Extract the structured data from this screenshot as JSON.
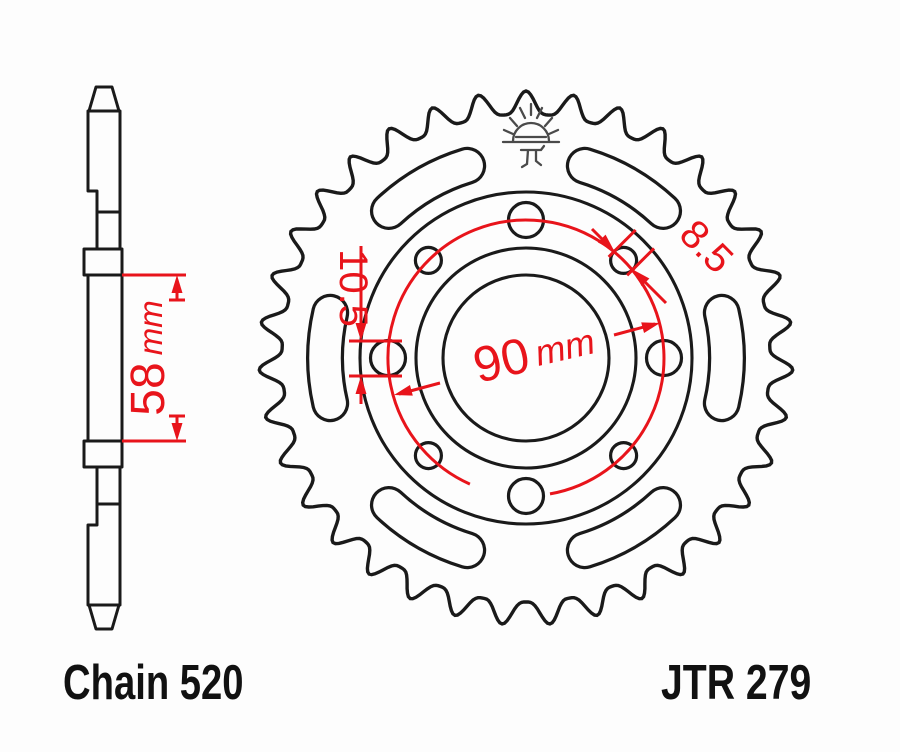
{
  "diagram": {
    "labels": {
      "chain": "Chain 520",
      "part_number": "JTR 279"
    },
    "dimensions": {
      "bore_diameter": {
        "value": "58",
        "unit": "mm"
      },
      "bolt_circle_diameter": {
        "value": "90",
        "unit": "mm"
      },
      "large_hole_diameter": "10.5",
      "small_hole_diameter": "8.5"
    },
    "colors": {
      "line": "#1a1a1a",
      "dimension": "#e8141b",
      "logo": "#4a4a4a",
      "background": "#fdfdfd"
    },
    "logo_icon": "jt-rising-sun-logo"
  }
}
